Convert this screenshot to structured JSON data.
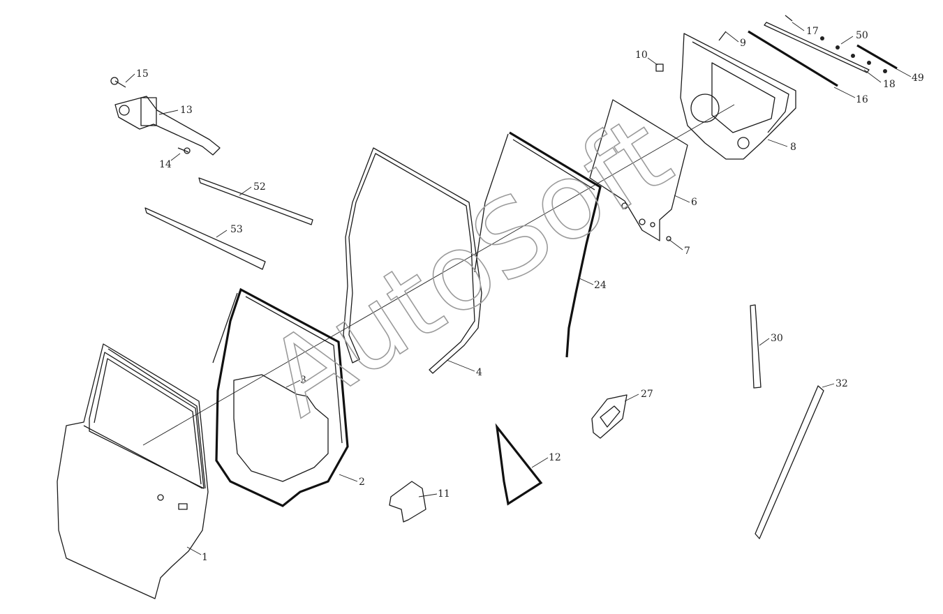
{
  "watermark": "AutoSoft",
  "callouts": [
    {
      "id": "c1",
      "label": "1"
    },
    {
      "id": "c2",
      "label": "2"
    },
    {
      "id": "c3",
      "label": "3"
    },
    {
      "id": "c4",
      "label": "4"
    },
    {
      "id": "c6",
      "label": "6"
    },
    {
      "id": "c7",
      "label": "7"
    },
    {
      "id": "c8",
      "label": "8"
    },
    {
      "id": "c9",
      "label": "9"
    },
    {
      "id": "c10",
      "label": "10"
    },
    {
      "id": "c11",
      "label": "11"
    },
    {
      "id": "c12",
      "label": "12"
    },
    {
      "id": "c13",
      "label": "13"
    },
    {
      "id": "c14",
      "label": "14"
    },
    {
      "id": "c15",
      "label": "15"
    },
    {
      "id": "c16",
      "label": "16"
    },
    {
      "id": "c17",
      "label": "17"
    },
    {
      "id": "c18",
      "label": "18"
    },
    {
      "id": "c24",
      "label": "24"
    },
    {
      "id": "c27",
      "label": "27"
    },
    {
      "id": "c30",
      "label": "30"
    },
    {
      "id": "c32",
      "label": "32"
    },
    {
      "id": "c49",
      "label": "49"
    },
    {
      "id": "c50",
      "label": "50"
    },
    {
      "id": "c52",
      "label": "52"
    },
    {
      "id": "c53",
      "label": "53"
    }
  ]
}
